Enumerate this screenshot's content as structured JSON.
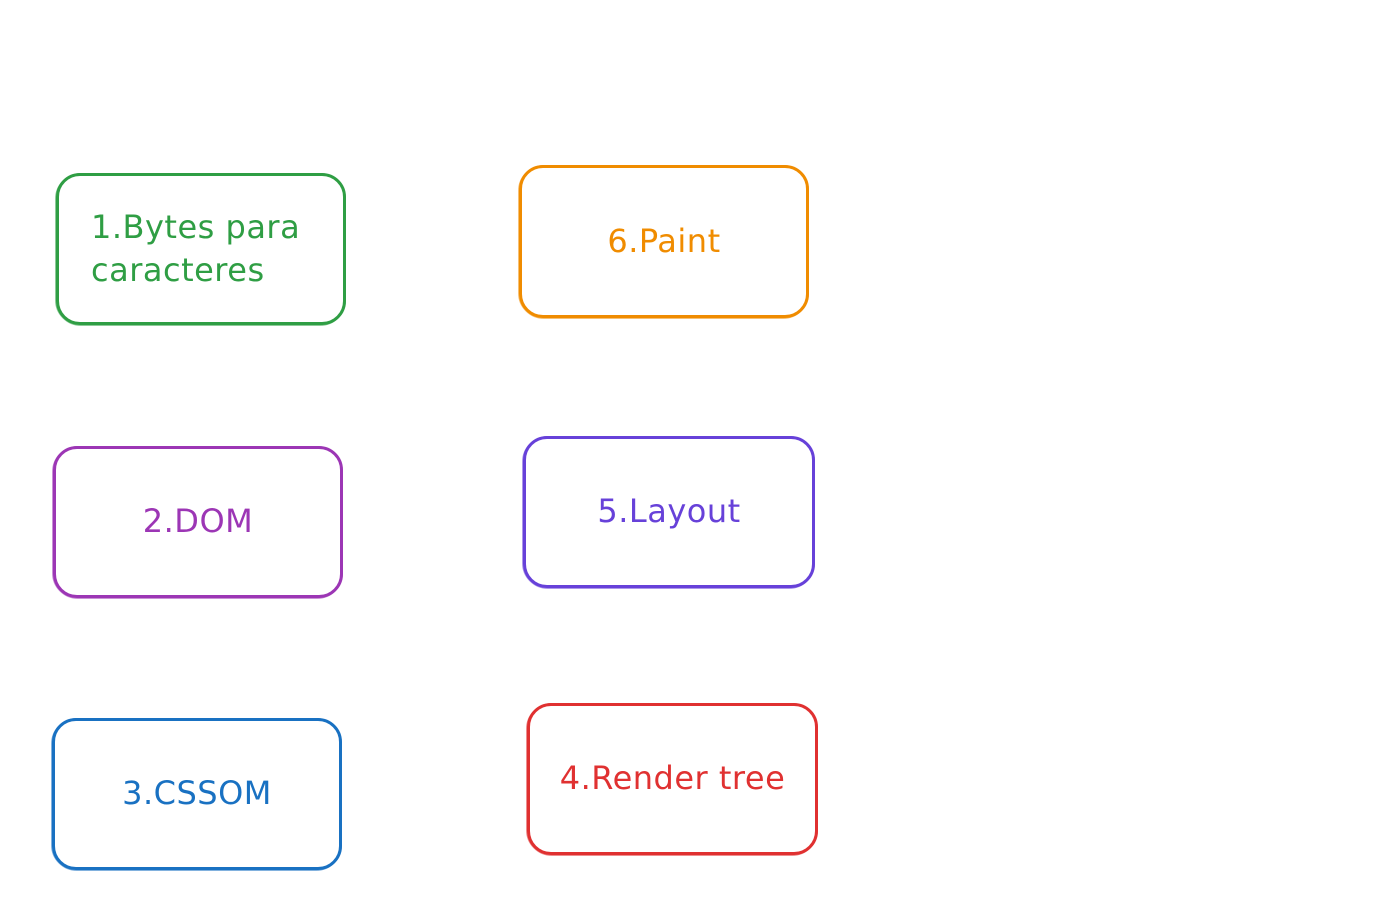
{
  "nodes": [
    {
      "id": "n1",
      "label": "1.Bytes para caracteres",
      "color": "#2f9e44"
    },
    {
      "id": "n2",
      "label": "2.DOM",
      "color": "#9c36b5"
    },
    {
      "id": "n3",
      "label": "3.CSSOM",
      "color": "#1971c2"
    },
    {
      "id": "n4",
      "label": "4.Render tree",
      "color": "#e03131"
    },
    {
      "id": "n5",
      "label": "5.Layout",
      "color": "#6741d9"
    },
    {
      "id": "n6",
      "label": "6.Paint",
      "color": "#f08c00"
    }
  ]
}
